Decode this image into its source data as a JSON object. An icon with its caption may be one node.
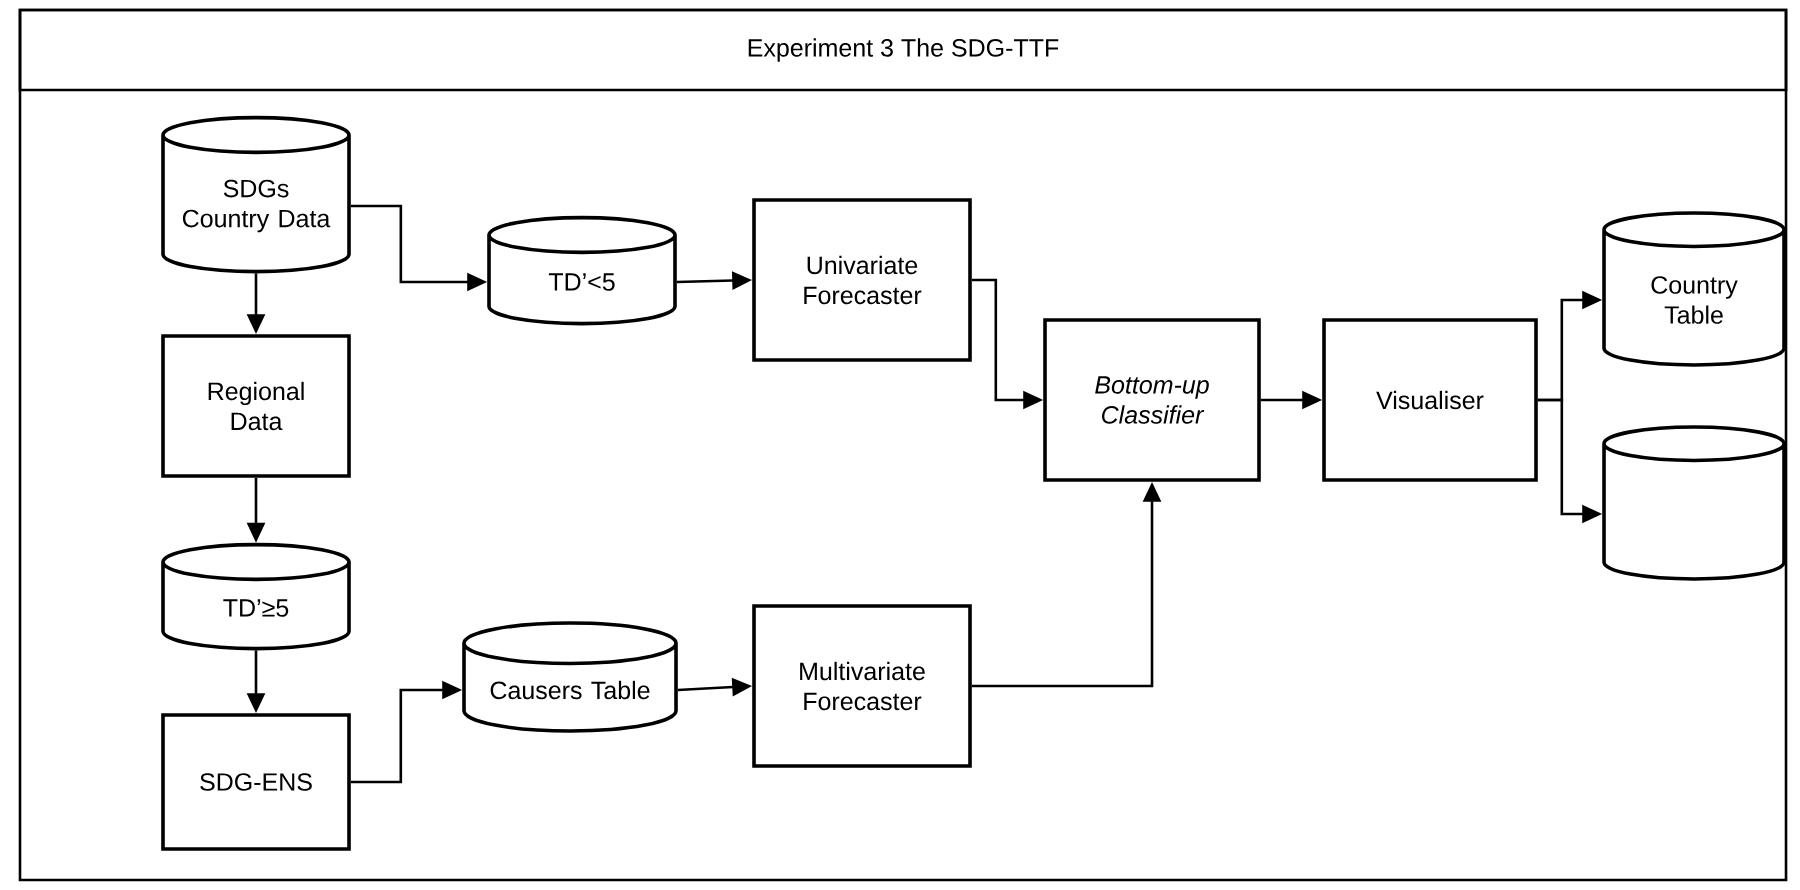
{
  "diagram": {
    "title": "Experiment 3 The SDG-TTF",
    "nodes": [
      {
        "text": [
          "SDGs Country Data"
        ]
      },
      {
        "text": [
          "TD’<5"
        ]
      },
      {
        "text": [
          "Regional Data"
        ]
      },
      {
        "text": [
          "Univariate Forecaster"
        ]
      },
      {
        "text": [
          "Bottom-up Classifier"
        ]
      },
      {
        "text": [
          "Visualiser"
        ]
      },
      {
        "text": [
          "Country Table"
        ]
      },
      {
        "text": [],
        "shape": "cylinder"
      },
      {
        "text": [
          "TD’≥5"
        ]
      },
      {
        "text": [
          "Causers Table"
        ]
      },
      {
        "text": [
          "Multivariate Forecaster"
        ]
      },
      {
        "text": [
          "SDG-ENS"
        ]
      }
    ],
    "edges": [
      {
        "from": 0,
        "to": 1,
        "arrow": "to"
      },
      {
        "from": 0,
        "to": 2,
        "arrow": "to"
      },
      {
        "from": 1,
        "to": 3,
        "arrow": "to"
      },
      {
        "from": 3,
        "to": 4,
        "arrow": "to"
      },
      {
        "from": 2,
        "to": 8,
        "arrow": "to"
      },
      {
        "from": 8,
        "to": 11,
        "arrow": "to"
      },
      {
        "from": 11,
        "to": 9,
        "arrow": "to"
      },
      {
        "from": 9,
        "to": 10,
        "arrow": "to"
      },
      {
        "from": 10,
        "to": 4,
        "arrow": "to"
      },
      {
        "from": 4,
        "to": 5,
        "arrow": "to"
      },
      {
        "from": 5,
        "to": 6,
        "arrow": "to"
      },
      {
        "from": 5,
        "to": 7,
        "arrow": "to"
      }
    ]
  }
}
